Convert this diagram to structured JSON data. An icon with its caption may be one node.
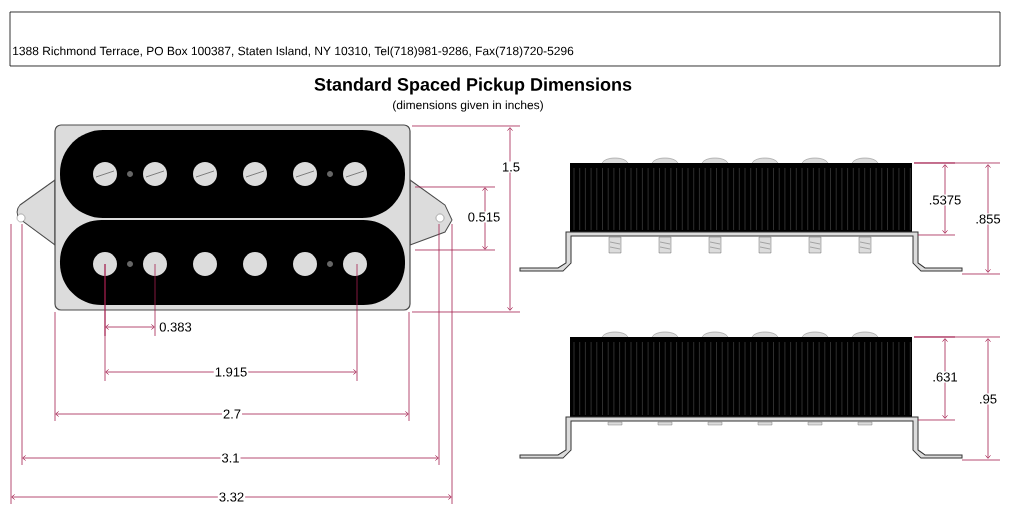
{
  "diagram": {
    "title": "Standard Spaced Pickup Dimensions",
    "labels": [
      "1388 Richmond Terrace, PO Box 100387, Staten Island, NY 10310, Tel(718)981-9286, Fax(718)720-5296",
      "(dimensions given in inches)",
      "1.5",
      "0.515",
      ".5375",
      ".855",
      "0.383",
      "1.915",
      "2.7",
      ".631",
      ".95",
      "3.1",
      "3.32"
    ]
  }
}
